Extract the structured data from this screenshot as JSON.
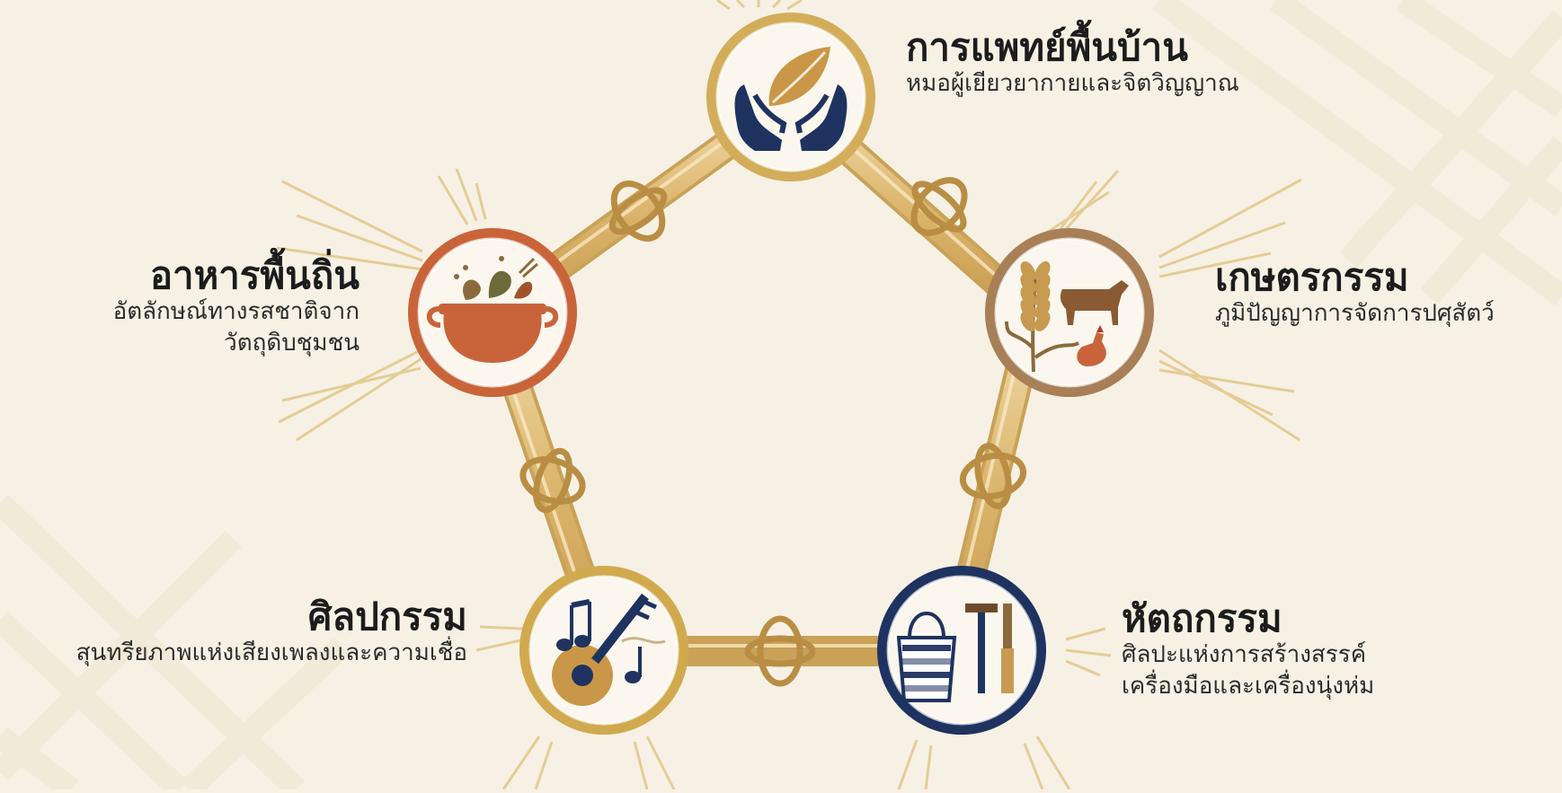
{
  "nodes": [
    {
      "id": "medicine",
      "title": "การแพทย์พื้นบ้าน",
      "subtitle": [
        "หมอผู้เยียวยากายและจิตวิญญาณ"
      ],
      "ring_color": "#d3ad5a",
      "icon": "hands-leaf-icon"
    },
    {
      "id": "agriculture",
      "title": "เกษตรกรรม",
      "subtitle": [
        "ภูมิปัญญาการจัดการปศุสัตว์"
      ],
      "ring_color": "#a87f56",
      "icon": "rice-cow-chicken-icon"
    },
    {
      "id": "craft",
      "title": "หัตถกรรม",
      "subtitle": [
        "ศิลปะแห่งการสร้างสรรค์",
        "เครื่องมือและเครื่องนุ่งห่ม"
      ],
      "ring_color": "#1f3360",
      "icon": "basket-tools-icon"
    },
    {
      "id": "arts",
      "title": "ศิลปกรรม",
      "subtitle": [
        "สุนทรียภาพแห่งเสียงเพลงและความเชื่อ"
      ],
      "ring_color": "#d1a94e",
      "icon": "lute-music-icon"
    },
    {
      "id": "food",
      "title": "อาหารพื้นถิ่น",
      "subtitle": [
        "อัตลักษณ์ทางรสชาติจาก",
        "วัตถุดิบชุมชน"
      ],
      "ring_color": "#c9643a",
      "icon": "cooking-pot-icon"
    }
  ],
  "colors": {
    "background": "#f6f1e4",
    "bamboo": "#dcb66f",
    "navy": "#1f3360",
    "orange": "#c9643a"
  }
}
